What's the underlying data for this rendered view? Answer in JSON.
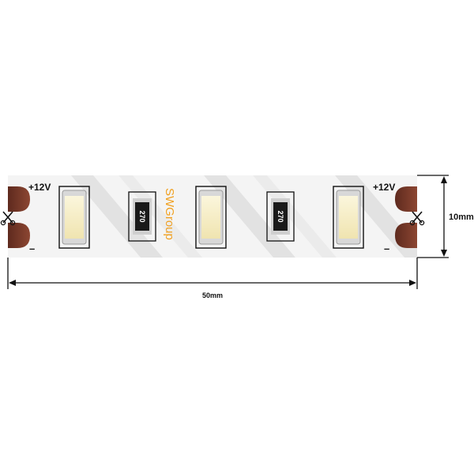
{
  "strip": {
    "voltage_left": "+12V",
    "voltage_right": "+12V",
    "minus_left": "–",
    "minus_right": "–",
    "resistor_code_1": "270",
    "resistor_code_2": "270",
    "brand": "SWGroup",
    "led_count": 3,
    "resistor_count": 2
  },
  "dimensions": {
    "length_label": "50mm",
    "width_label": "10mm"
  },
  "icons": [
    "scissors-icon"
  ],
  "colors": {
    "pcb": "#f2f2f2",
    "pad": "#7a3a2a",
    "led_phosphor": "#f7efc7",
    "brand": "#f0a020",
    "dimension_line": "#000000"
  }
}
